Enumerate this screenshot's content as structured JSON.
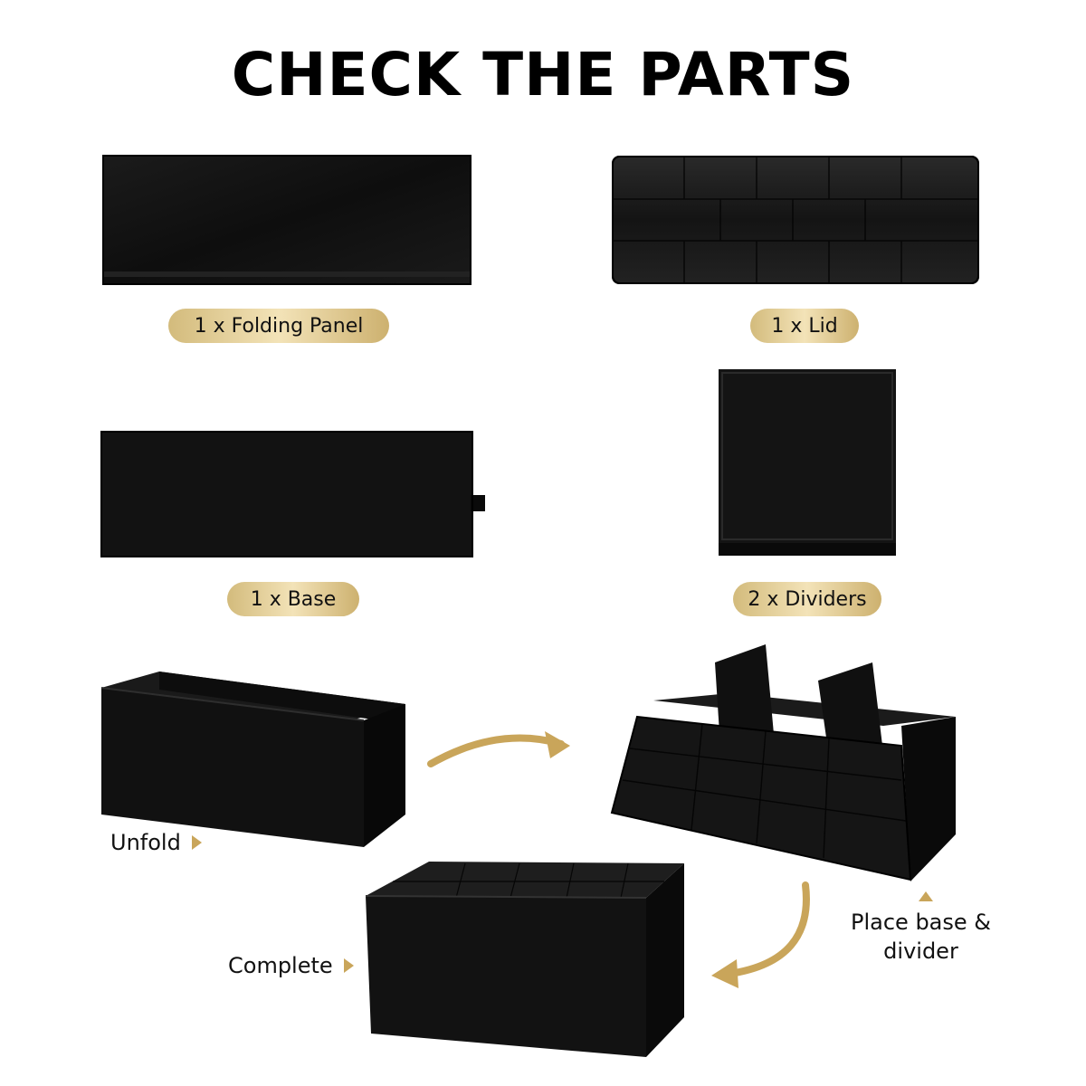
{
  "title": "CHECK THE PARTS",
  "parts": [
    {
      "label": "1 x Folding Panel"
    },
    {
      "label": "1 x Lid"
    },
    {
      "label": "1 x Base"
    },
    {
      "label": "2 x Dividers"
    }
  ],
  "steps": {
    "unfold": "Unfold",
    "place_line1": "Place base &",
    "place_line2": "divider",
    "complete": "Complete"
  },
  "colors": {
    "accent_gold": "#c9a55a",
    "pill_gold": "#e9d7a3",
    "product": "#111111"
  }
}
